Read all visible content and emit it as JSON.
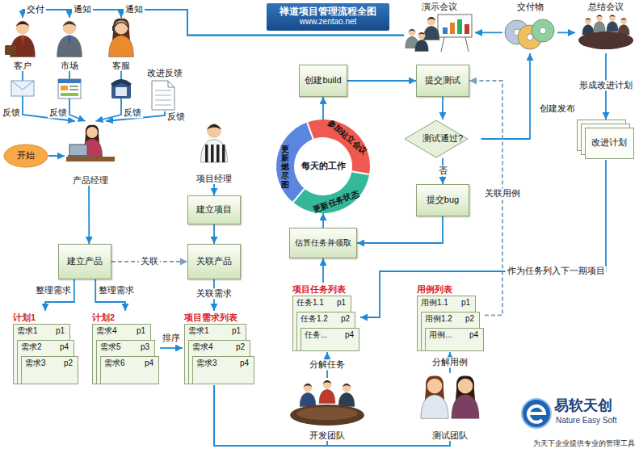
{
  "diagram": {
    "title": "禅道项目管理流程全图",
    "nodes": [
      {
        "text": [
          "客户"
        ]
      },
      {
        "text": [
          "市场"
        ]
      },
      {
        "text": [
          "客服"
        ]
      },
      {
        "text": [
          "改进反馈"
        ]
      },
      {
        "text": [
          "开始"
        ]
      },
      {
        "text": [
          "产品经理"
        ]
      },
      {
        "text": [
          "项目经理"
        ]
      },
      {
        "text": [
          "建立项目"
        ]
      },
      {
        "text": [
          "建立产品"
        ]
      },
      {
        "text": [
          "关联产品"
        ]
      },
      {
        "text": [
          "计划1",
          "需求1",
          "p1",
          "需求2",
          "p4",
          "需求3",
          "p2"
        ]
      },
      {
        "text": [
          "计划2",
          "需求4",
          "p1",
          "需求5",
          "p3",
          "需求6",
          "p4"
        ]
      },
      {
        "text": [
          "项目需求列表",
          "需求1",
          "p1",
          "需求4",
          "p2",
          "需求3",
          "p4"
        ]
      },
      {
        "text": [
          "项目任务列表",
          "任务1.1",
          "p1",
          "任务1.2",
          "p2",
          "任务...",
          "p4"
        ]
      },
      {
        "text": [
          "用例列表",
          "用例1.1",
          "p1",
          "用例1.2",
          "p2",
          "用例...",
          "p4"
        ]
      },
      {
        "text": [
          "开发团队"
        ]
      },
      {
        "text": [
          "测试团队"
        ]
      },
      {
        "text": [
          "估算任务并领取"
        ]
      },
      {
        "text": [
          "每天的工作",
          "参加站立会议",
          "更新任务状态",
          "更新燃尽图"
        ]
      },
      {
        "text": [
          "创建build"
        ]
      },
      {
        "text": [
          "提交测试"
        ]
      },
      {
        "text": [
          "测试通过?"
        ]
      },
      {
        "text": [
          "提交bug"
        ]
      },
      {
        "text": [
          "演示会议"
        ]
      },
      {
        "text": [
          "交付物"
        ]
      },
      {
        "text": [
          "总结会议"
        ]
      },
      {
        "text": [
          "改进计划"
        ]
      }
    ],
    "edges": [
      {
        "from": 4,
        "to": 5,
        "arrow": "to"
      },
      {
        "from": 0,
        "to": 5,
        "label": "反馈",
        "arrow": "to"
      },
      {
        "from": 1,
        "to": 5,
        "label": "反馈",
        "arrow": "to"
      },
      {
        "from": 2,
        "to": 5,
        "label": "反馈",
        "arrow": "to"
      },
      {
        "from": 3,
        "to": 5,
        "label": "反馈",
        "arrow": "to"
      },
      {
        "from": 23,
        "to": 0,
        "label": "交付",
        "arrow": "to"
      },
      {
        "from": 23,
        "to": 1,
        "label": "通知",
        "arrow": "to"
      },
      {
        "from": 23,
        "to": 2,
        "label": "通知",
        "arrow": "to"
      },
      {
        "from": 5,
        "to": 8,
        "arrow": "to"
      },
      {
        "from": 8,
        "to": 9,
        "label": "关联",
        "arrow": "to"
      },
      {
        "from": 6,
        "to": 7,
        "arrow": "to"
      },
      {
        "from": 7,
        "to": 9,
        "arrow": "to"
      },
      {
        "from": 8,
        "to": 10,
        "label": "整理需求",
        "arrow": "to"
      },
      {
        "from": 8,
        "to": 11,
        "label": "整理需求",
        "arrow": "to"
      },
      {
        "from": 9,
        "to": 12,
        "label": "关联需求",
        "arrow": "to"
      },
      {
        "from": 11,
        "to": 12,
        "label": "排序",
        "arrow": "to"
      },
      {
        "from": 12,
        "to": 15,
        "arrow": "none"
      },
      {
        "from": 12,
        "to": 16,
        "arrow": "none"
      },
      {
        "from": 15,
        "to": 13,
        "label": "分解任务",
        "arrow": "to"
      },
      {
        "from": 16,
        "to": 14,
        "label": "分解用例",
        "arrow": "to"
      },
      {
        "from": 13,
        "to": 17,
        "arrow": "to"
      },
      {
        "from": 17,
        "to": 18,
        "arrow": "to"
      },
      {
        "from": 18,
        "to": 19,
        "arrow": "to"
      },
      {
        "from": 19,
        "to": 20,
        "arrow": "to"
      },
      {
        "from": 20,
        "to": 21,
        "arrow": "to"
      },
      {
        "from": 21,
        "to": 22,
        "label": "否",
        "arrow": "to"
      },
      {
        "from": 22,
        "to": 17,
        "arrow": "to"
      },
      {
        "from": 21,
        "to": 24,
        "label": "创建发布",
        "arrow": "to"
      },
      {
        "from": 14,
        "to": 20,
        "label": "关联用例",
        "arrow": "to"
      },
      {
        "from": 24,
        "to": 23,
        "arrow": "to"
      },
      {
        "from": 24,
        "to": 25,
        "arrow": "to"
      },
      {
        "from": 25,
        "to": 26,
        "label": "形成改进计划",
        "arrow": "to"
      },
      {
        "from": 26,
        "to": 13,
        "label": "作为任务列入下一期项目",
        "arrow": "to"
      }
    ],
    "labels": [
      "www.zentao.net",
      "易软天创",
      "Nature Easy Soft",
      "为天下企业提供专业的管理工具"
    ]
  }
}
